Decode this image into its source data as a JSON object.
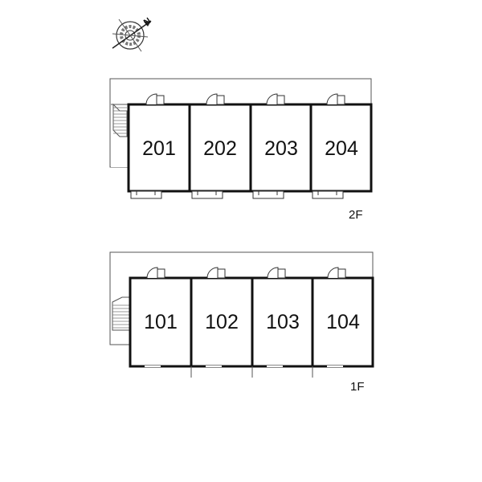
{
  "compass": {
    "icon": "compass-icon",
    "north_label": "N"
  },
  "floors": [
    {
      "label": "2F",
      "units": [
        "201",
        "202",
        "203",
        "204"
      ],
      "has_balconies": true
    },
    {
      "label": "1F",
      "units": [
        "101",
        "102",
        "103",
        "104"
      ],
      "has_balconies": false
    }
  ],
  "colors": {
    "wall": "#111111",
    "thin_line": "#555555",
    "background": "#ffffff"
  }
}
